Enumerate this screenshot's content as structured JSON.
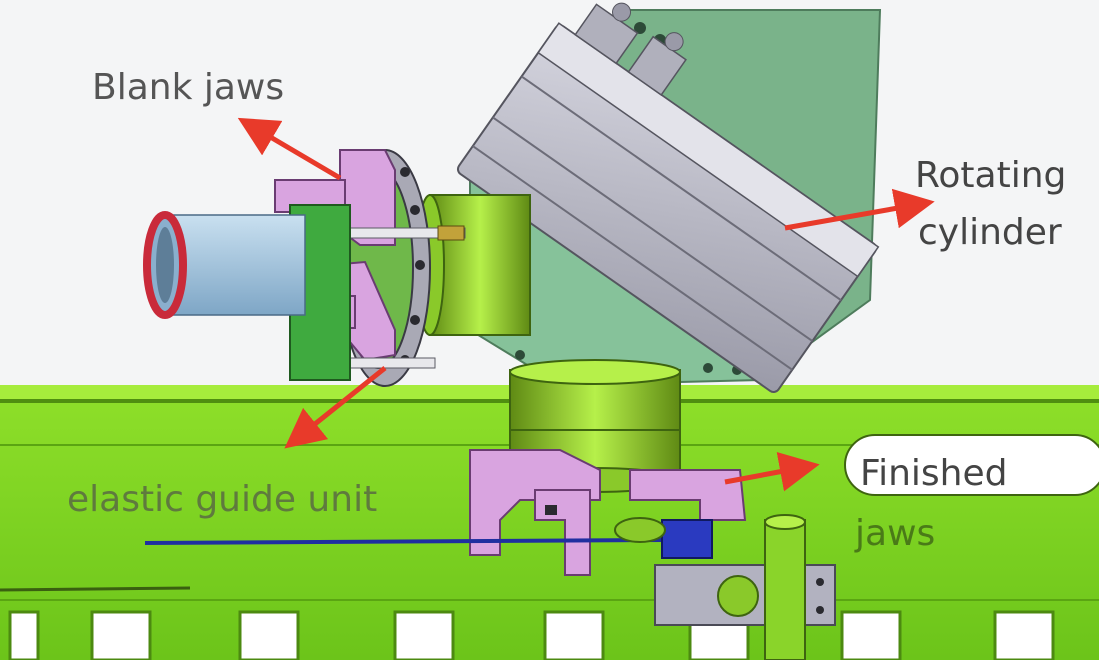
{
  "labels": {
    "blank_jaws": "Blank jaws",
    "rotating_cylinder_line1": "Rotating",
    "rotating_cylinder_line2": "cylinder",
    "elastic_guide_unit": "elastic guide unit",
    "finished_jaws_line1": "Finished",
    "finished_jaws_line2": "jaws"
  },
  "colors": {
    "machine_bed": "#7fd321",
    "machine_bed_dark": "#5fa914",
    "arm_body": "#7ab38a",
    "cylinder_housing": "#b8b8c6",
    "jaw_parts": "#d9a4e0",
    "tube": "#9fc3e0",
    "tube_rim": "#c92a3a",
    "arrow": "#e83a2a",
    "rotating_label": "#444444",
    "guide_label": "#6a6a6a",
    "finished_label_green": "#4a7a18"
  }
}
